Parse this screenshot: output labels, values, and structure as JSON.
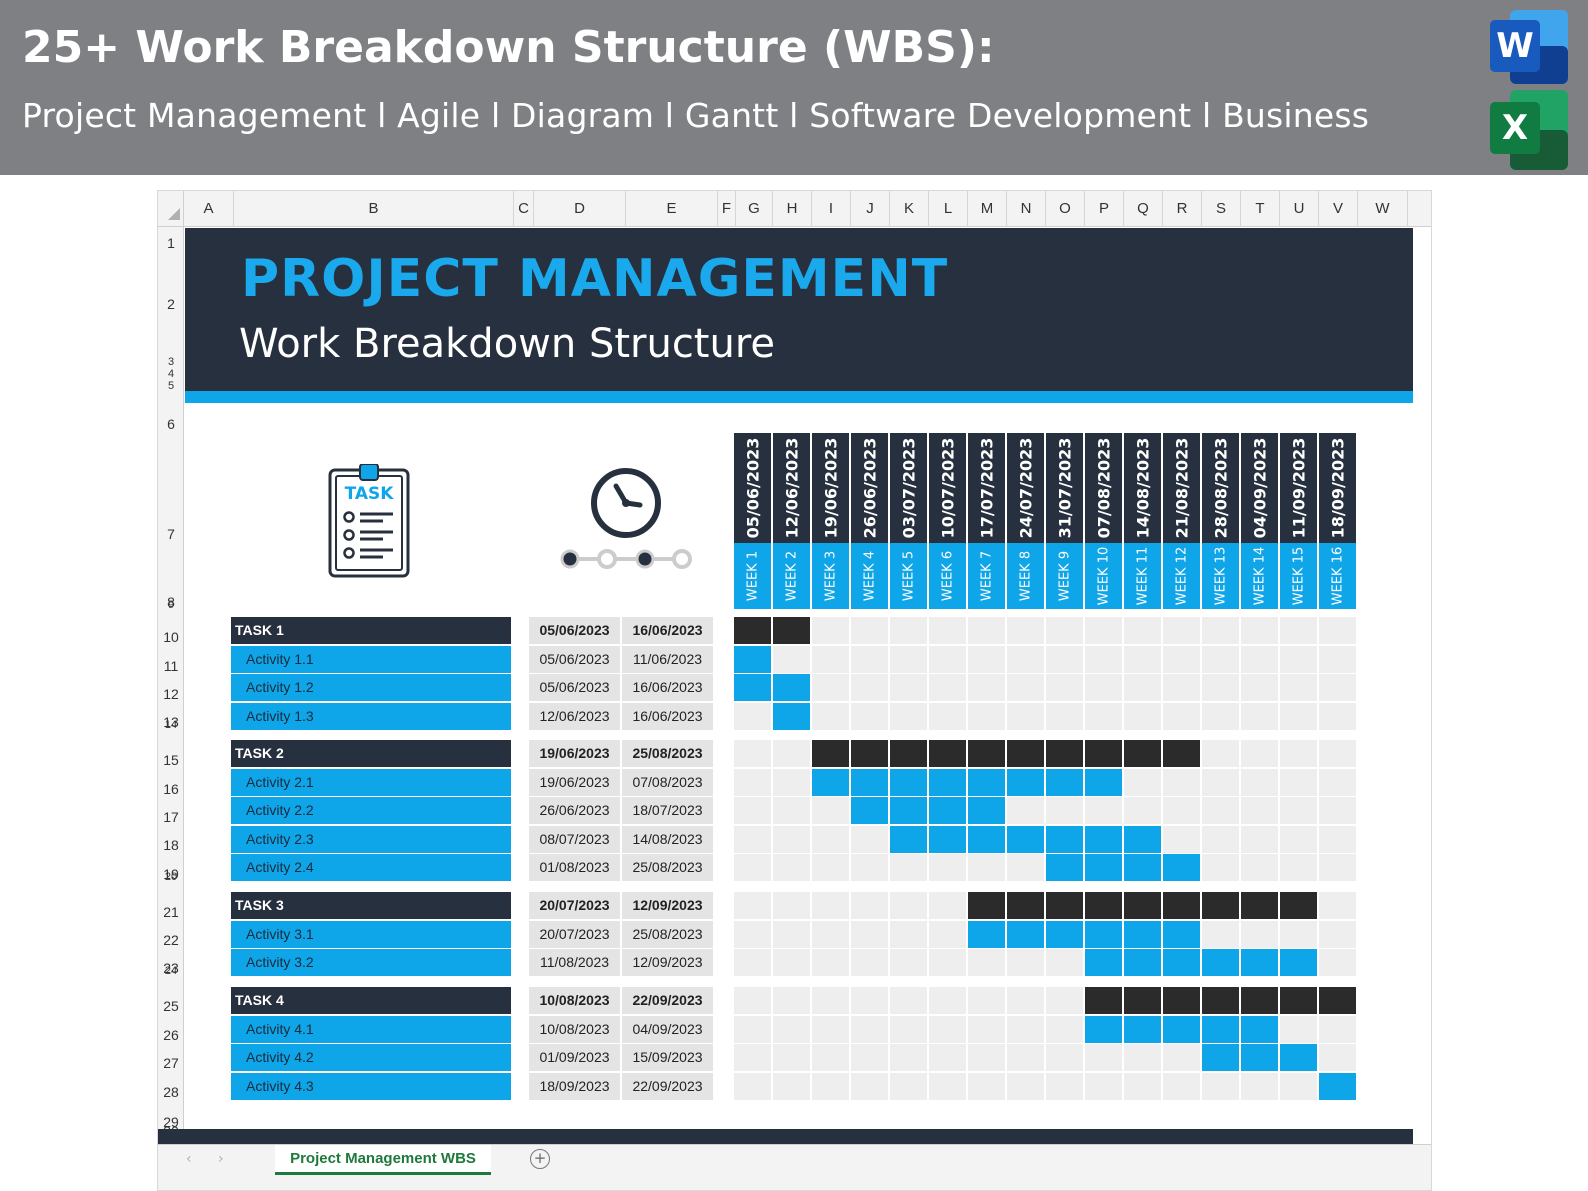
{
  "banner": {
    "title": "25+ Work Breakdown Structure (WBS):",
    "subtitle": "Project Management l Agile l Diagram l Gantt l Software Development l Business"
  },
  "app_logos": [
    {
      "letter": "W",
      "icon": "word-icon",
      "color": "#185abd",
      "back_color": "#41a5ee"
    },
    {
      "letter": "X",
      "icon": "excel-icon",
      "color": "#107c41",
      "back_color": "#21a366"
    }
  ],
  "spreadsheet": {
    "columns": [
      "A",
      "B",
      "C",
      "D",
      "E",
      "F",
      "G",
      "H",
      "I",
      "J",
      "K",
      "L",
      "M",
      "N",
      "O",
      "P",
      "Q",
      "R",
      "S",
      "T",
      "U",
      "V",
      "W"
    ],
    "rows": [
      "1",
      "2",
      "3",
      "4",
      "5",
      "6",
      "7",
      "8",
      "9",
      "10",
      "11",
      "12",
      "13",
      "14",
      "15",
      "16",
      "17",
      "18",
      "19",
      "20",
      "21",
      "22",
      "23",
      "24",
      "25",
      "26",
      "27",
      "28",
      "29",
      "30"
    ],
    "header": {
      "title": "PROJECT MANAGEMENT",
      "subtitle": "Work Breakdown Structure"
    },
    "icons": {
      "task_label": "TASK",
      "task_icon": "clipboard-task-icon",
      "timeline_icon": "clock-timeline-icon"
    },
    "weeks": [
      {
        "date": "05/06/2023",
        "label": "WEEK 1"
      },
      {
        "date": "12/06/2023",
        "label": "WEEK 2"
      },
      {
        "date": "19/06/2023",
        "label": "WEEK 3"
      },
      {
        "date": "26/06/2023",
        "label": "WEEK 4"
      },
      {
        "date": "03/07/2023",
        "label": "WEEK 5"
      },
      {
        "date": "10/07/2023",
        "label": "WEEK 6"
      },
      {
        "date": "17/07/2023",
        "label": "WEEK 7"
      },
      {
        "date": "24/07/2023",
        "label": "WEEK 8"
      },
      {
        "date": "31/07/2023",
        "label": "WEEK 9"
      },
      {
        "date": "07/08/2023",
        "label": "WEEK 10"
      },
      {
        "date": "14/08/2023",
        "label": "WEEK 11"
      },
      {
        "date": "21/08/2023",
        "label": "WEEK 12"
      },
      {
        "date": "28/08/2023",
        "label": "WEEK 13"
      },
      {
        "date": "04/09/2023",
        "label": "WEEK 14"
      },
      {
        "date": "11/09/2023",
        "label": "WEEK 15"
      },
      {
        "date": "18/09/2023",
        "label": "WEEK 16"
      }
    ],
    "tasks": [
      {
        "name": "TASK 1",
        "start": "05/06/2023",
        "end": "16/06/2023",
        "weeks": [
          1,
          2
        ],
        "activities": [
          {
            "name": "Activity 1.1",
            "start": "05/06/2023",
            "end": "11/06/2023",
            "weeks": [
              1,
              1
            ]
          },
          {
            "name": "Activity 1.2",
            "start": "05/06/2023",
            "end": "16/06/2023",
            "weeks": [
              1,
              2
            ]
          },
          {
            "name": "Activity 1.3",
            "start": "12/06/2023",
            "end": "16/06/2023",
            "weeks": [
              2,
              2
            ]
          }
        ]
      },
      {
        "name": "TASK 2",
        "start": "19/06/2023",
        "end": "25/08/2023",
        "weeks": [
          3,
          12
        ],
        "activities": [
          {
            "name": "Activity 2.1",
            "start": "19/06/2023",
            "end": "07/08/2023",
            "weeks": [
              3,
              10
            ]
          },
          {
            "name": "Activity 2.2",
            "start": "26/06/2023",
            "end": "18/07/2023",
            "weeks": [
              4,
              7
            ]
          },
          {
            "name": "Activity 2.3",
            "start": "08/07/2023",
            "end": "14/08/2023",
            "weeks": [
              5,
              11
            ]
          },
          {
            "name": "Activity 2.4",
            "start": "01/08/2023",
            "end": "25/08/2023",
            "weeks": [
              9,
              12
            ]
          }
        ]
      },
      {
        "name": "TASK 3",
        "start": "20/07/2023",
        "end": "12/09/2023",
        "weeks": [
          7,
          15
        ],
        "activities": [
          {
            "name": "Activity 3.1",
            "start": "20/07/2023",
            "end": "25/08/2023",
            "weeks": [
              7,
              12
            ]
          },
          {
            "name": "Activity 3.2",
            "start": "11/08/2023",
            "end": "12/09/2023",
            "weeks": [
              10,
              15
            ]
          }
        ]
      },
      {
        "name": "TASK 4",
        "start": "10/08/2023",
        "end": "22/09/2023",
        "weeks": [
          10,
          16
        ],
        "activities": [
          {
            "name": "Activity 4.1",
            "start": "10/08/2023",
            "end": "04/09/2023",
            "weeks": [
              10,
              14
            ]
          },
          {
            "name": "Activity 4.2",
            "start": "01/09/2023",
            "end": "15/09/2023",
            "weeks": [
              13,
              15
            ]
          },
          {
            "name": "Activity 4.3",
            "start": "18/09/2023",
            "end": "22/09/2023",
            "weeks": [
              16,
              16
            ]
          }
        ]
      }
    ],
    "colors": {
      "task_bar": "#2b2b2b",
      "activity_bar": "#0ea5e9",
      "empty_cell": "#eeeeee",
      "header_dark": "#27303e",
      "accent": "#0ea5e9"
    },
    "sheet_tab": "Project Management WBS"
  }
}
